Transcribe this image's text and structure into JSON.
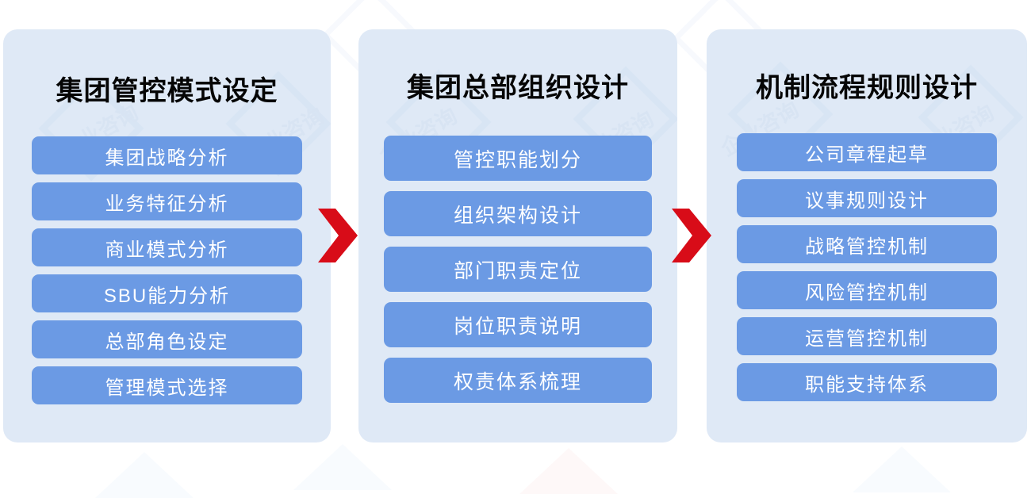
{
  "diagram": {
    "type": "three-stage-process-flow",
    "colors": {
      "panel_background": "#dfe9f6",
      "pill_background": "#6b9ae4",
      "pill_text": "#ffffff",
      "title_text": "#050505",
      "arrow": "#d80c18",
      "page_background": "#ffffff"
    },
    "columns": [
      {
        "title": "集团管控模式设定",
        "items": [
          "集团战略分析",
          "业务特征分析",
          "商业模式分析",
          "SBU能力分析",
          "总部角色设定",
          "管理模式选择"
        ]
      },
      {
        "title": "集团总部组织设计",
        "items": [
          "管控职能划分",
          "组织架构设计",
          "部门职责定位",
          "岗位职责说明",
          "权责体系梳理"
        ]
      },
      {
        "title": "机制流程规则设计",
        "items": [
          "公司章程起草",
          "议事规则设计",
          "战略管控机制",
          "风险管控机制",
          "运营管控机制",
          "职能支持体系"
        ]
      }
    ],
    "connectors": [
      {
        "icon": "chevron-right-arrow-icon",
        "from": 1,
        "to": 2
      },
      {
        "icon": "chevron-right-arrow-icon",
        "from": 2,
        "to": 3
      }
    ],
    "watermark": {
      "text": "企业咨询",
      "icon": "diamond-outline-icon"
    }
  }
}
